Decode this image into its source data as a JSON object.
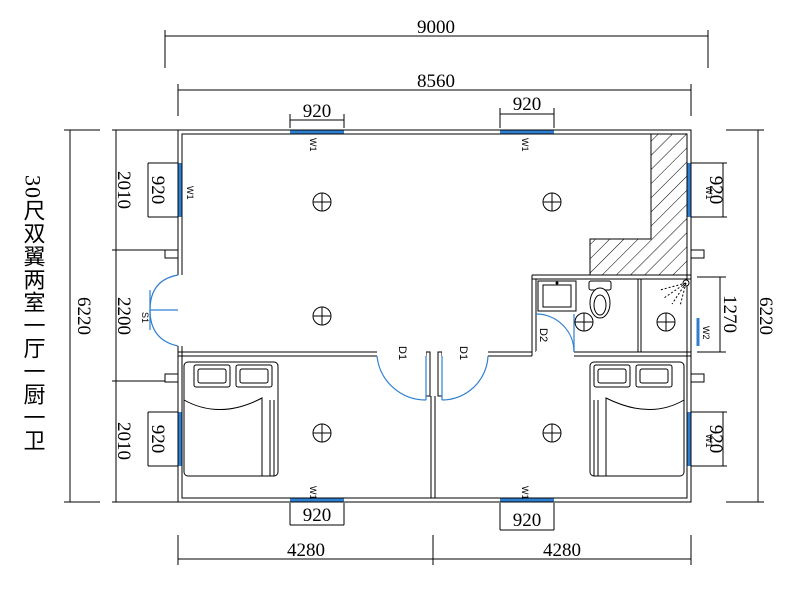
{
  "title": "30尺双翼两室一厅一厨一卫",
  "colors": {
    "window": "#2f7fd0",
    "line": "#000000"
  },
  "dimensions": {
    "overall_width": "9000",
    "inner_width": "8560",
    "half_bottom_left": "4280",
    "half_bottom_right": "4280",
    "top_window_left": "920",
    "top_window_right": "920",
    "bottom_window_left": "920",
    "bottom_window_right": "920",
    "left_overall": "6220",
    "right_overall": "6220",
    "left_upper_seg": "2010",
    "left_middle_seg": "2200",
    "left_lower_seg": "2010",
    "left_upper_window": "920",
    "left_lower_window": "920",
    "right_upper_window": "920",
    "right_lower_window": "920",
    "right_bath_seg": "1270"
  },
  "labels": {
    "w1": "W1",
    "w2": "W2",
    "s1": "S1",
    "d1": "D1",
    "d2": "D2"
  },
  "icons": [
    "ceiling-light-icon",
    "toilet-icon",
    "sink-icon",
    "shower-icon",
    "bed-icon"
  ]
}
